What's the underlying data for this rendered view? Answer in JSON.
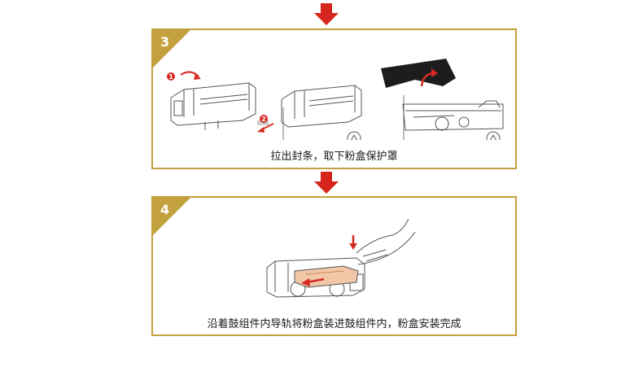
{
  "colors": {
    "frame": "#c4a13f",
    "arrow": "#d6251c",
    "accent_red": "#d52a21",
    "line_art": "#555555"
  },
  "step3": {
    "number": "3",
    "caption": "拉出封条，取下粉盒保护罩",
    "markers": [
      "1",
      "2"
    ],
    "icons": [
      "recycle-icon",
      "recycle-icon"
    ]
  },
  "step4": {
    "number": "4",
    "caption": "沿着鼓组件内导轨将粉盒装进鼓组件内，粉盒安装完成"
  }
}
